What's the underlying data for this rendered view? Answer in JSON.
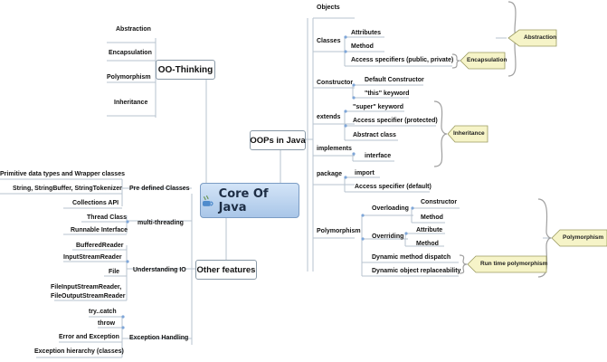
{
  "colors": {
    "line": "#b7c3cf",
    "summary_fill": "#f6f4c8",
    "brace": "#a0a0a0",
    "main_topic_fill": "#bcd4ee",
    "dot": "#7ea6d8"
  },
  "central": {
    "label": "Core Of Java",
    "icon": "java-coffee-cup-icon"
  },
  "oo_thinking": {
    "label": "OO-Thinking",
    "items": [
      "Abstraction",
      "Encapsulation",
      "Polymorphism",
      "Inheritance"
    ]
  },
  "oops_in_java": {
    "label": "OOPs in Java",
    "objects": "Objects",
    "classes": {
      "label": "Classes",
      "items": [
        "Attributes",
        "Method",
        "Access specifiers (public, private)"
      ]
    },
    "constructor": {
      "label": "Constructor",
      "items": [
        "Default Constructor",
        "\"this\" keyword"
      ]
    },
    "extends": {
      "label": "extends",
      "items": [
        "\"super\" keyword",
        "Access specifier (protected)",
        "Abstract class"
      ]
    },
    "implements": {
      "label": "implements",
      "items": [
        "interface"
      ]
    },
    "package": {
      "label": "package",
      "items": [
        "import",
        "Access specifier (default)"
      ]
    },
    "polymorphism": {
      "label": "Polymorphism",
      "overloading": {
        "label": "Overloading",
        "items": [
          "Constructor",
          "Method"
        ]
      },
      "overriding": {
        "label": "Overriding",
        "items": [
          "Attribute",
          "Method"
        ]
      },
      "dispatch": [
        "Dynamic method dispatch",
        "Dynamic object replaceability"
      ]
    },
    "summaries": {
      "abstraction": "Abstraction",
      "encapsulation": "Encapsulation",
      "inheritance": "Inheritance",
      "polymorphism": "Polymorphism",
      "runtime": "Run time polymorphism"
    }
  },
  "other_features": {
    "label": "Other features",
    "predefined": {
      "label": "Pre defined Classes",
      "items": [
        "Primitive data types and Wrapper classes",
        "String, StringBuffer, StringTokenizer",
        "Collections API"
      ]
    },
    "multithreading": {
      "label": "multi-threading",
      "items": [
        "Thread Class",
        "Runnable Interface"
      ]
    },
    "io": {
      "label": "Understanding IO",
      "items": [
        "BufferedReader",
        "InputStreamReader",
        "File",
        "FileInputStreamReader,",
        "FileOutputStreamReader"
      ]
    },
    "exceptions": {
      "label": "Exception Handling",
      "items": [
        "try..catch",
        "throw",
        "Error and Exception",
        "Exception hierarchy (classes)"
      ]
    }
  }
}
